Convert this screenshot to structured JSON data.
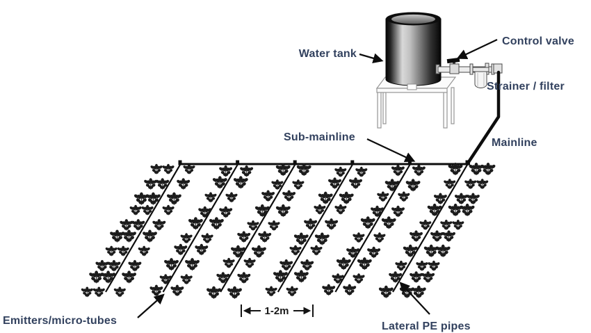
{
  "labels": {
    "water_tank": "Water tank",
    "control_valve": "Control valve",
    "strainer_filter": "Strainer / filter",
    "sub_mainline": "Sub-mainline",
    "mainline": "Mainline",
    "emitters_micro_tubes": "Emitters/micro-tubes",
    "lateral_pe_pipes": "Lateral PE pipes",
    "lateral_spacing": "1-2m"
  },
  "field": {
    "lateral_count": 6,
    "plants_per_column": 10,
    "plant_columns_per_lateral_side": 1,
    "extra_outer_columns": 1
  },
  "colors": {
    "label_text": "#32415e",
    "line": "#0d0d0d",
    "plant": "#1c1c1c",
    "background": "#ffffff"
  }
}
